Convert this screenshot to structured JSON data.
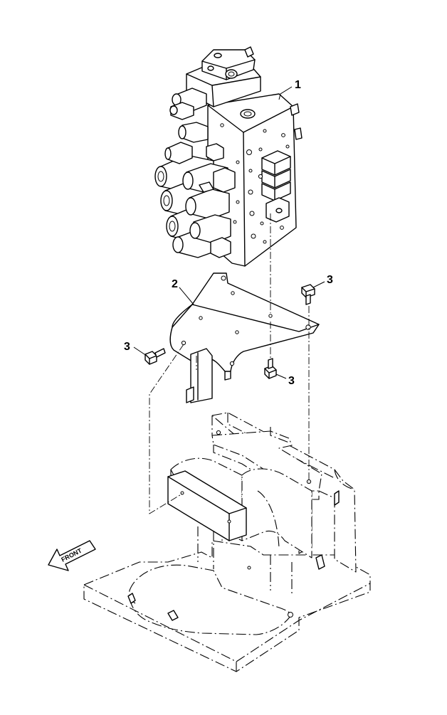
{
  "callouts": {
    "c1": "1",
    "c2": "2",
    "c3a": "3",
    "c3b": "3",
    "c3c": "3"
  },
  "front_arrow": {
    "label": "FRONT"
  },
  "parts": [
    {
      "id": "1",
      "name": "control-valve"
    },
    {
      "id": "2",
      "name": "mounting-bracket"
    },
    {
      "id": "3",
      "name": "bolt"
    }
  ],
  "colors": {
    "line": "#000000",
    "background": "#ffffff"
  }
}
